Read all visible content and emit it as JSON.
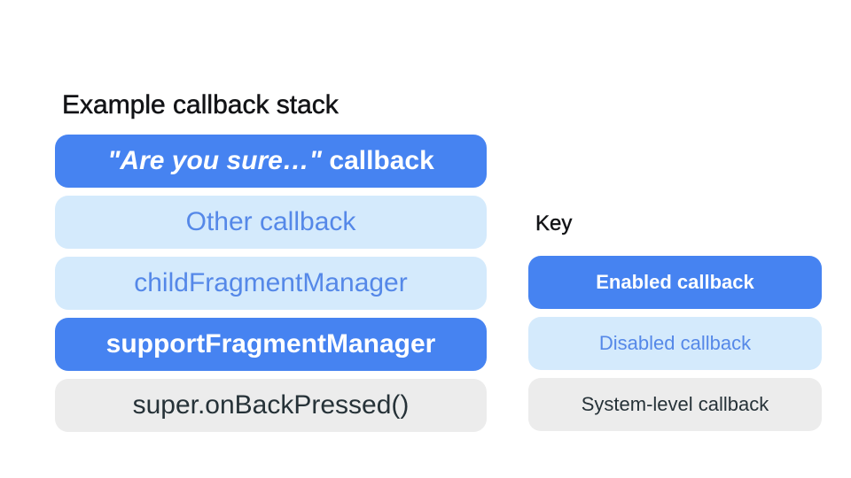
{
  "title": "Example callback stack",
  "stack": {
    "items": [
      {
        "label_italic": "\"Are you sure…\"",
        "label_rest": " callback",
        "type": "enabled"
      },
      {
        "label": "Other callback",
        "type": "disabled"
      },
      {
        "label": "childFragmentManager",
        "type": "disabled"
      },
      {
        "label": "supportFragmentManager",
        "type": "enabled"
      },
      {
        "label": "super.onBackPressed()",
        "type": "system"
      }
    ]
  },
  "key": {
    "heading": "Key",
    "items": [
      {
        "label": "Enabled callback",
        "type": "enabled"
      },
      {
        "label": "Disabled callback",
        "type": "disabled"
      },
      {
        "label": "System-level callback",
        "type": "system"
      }
    ]
  },
  "colors": {
    "background": "#ffffff",
    "title_text": "#121316",
    "enabled_bg": "#4683F1",
    "enabled_text": "#FFFFFF",
    "disabled_bg": "#D4EAFC",
    "disabled_text": "#5588E8",
    "system_bg": "#ECECEC",
    "system_text": "#263238"
  }
}
